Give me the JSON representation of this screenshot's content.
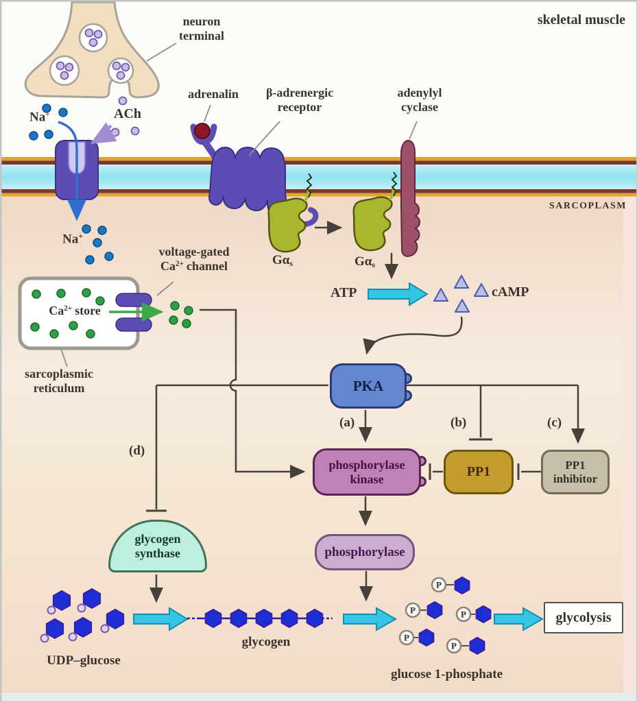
{
  "scene": {
    "title": "skeletal muscle",
    "compartment_label": "SARCOPLASM"
  },
  "labels": {
    "neuron_terminal_1": "neuron",
    "neuron_terminal_2": "terminal",
    "ach": "ACh",
    "na_base": "Na",
    "na_sup": "+",
    "adrenalin": "adrenalin",
    "beta_receptor_1": "β-adrenergic",
    "beta_receptor_2": "receptor",
    "adenylyl_cyclase_1": "adenylyl",
    "adenylyl_cyclase_2": "cyclase",
    "g_alpha_base": "Gα",
    "g_alpha_sub": "s",
    "voltage_gated_1": "voltage-gated",
    "ca_base": "Ca",
    "ca_sup": "2+",
    "ca_channel_rest": "channel",
    "ca_store_rest": "store",
    "sarcoplasmic_1": "sarcoplasmic",
    "sarcoplasmic_2": "reticulum",
    "atp": "ATP",
    "camp": "cAMP",
    "pka": "PKA",
    "branch_a": "(a)",
    "branch_b": "(b)",
    "branch_c": "(c)",
    "branch_d": "(d)",
    "phosphorylase_kinase_1": "phosphorylase",
    "phosphorylase_kinase_2": "kinase",
    "pp1": "PP1",
    "pp1_inhibitor_1": "PP1",
    "pp1_inhibitor_2": "inhibitor",
    "glycogen_synthase_1": "glycogen",
    "glycogen_synthase_2": "synthase",
    "phosphorylase": "phosphorylase",
    "udp_glucose": "UDP–glucose",
    "glycogen": "glycogen",
    "glucose_1_phosphate": "glucose 1-phosphate",
    "glycolysis": "glycolysis",
    "phosphate": "P"
  },
  "colors": {
    "extracellular_bg": "#fbfbf7",
    "sarcoplasm_bg": "#f3ddc9",
    "membrane_cyan": "#8fe2ef",
    "membrane_maroon": "#7d3632",
    "membrane_gold": "#dfa62c",
    "receptor_purple": "#5b4db4",
    "g_alpha_olive": "#a9b72f",
    "adenylyl_cyclase_maroon": "#9d5068",
    "adrenalin_red": "#8e1822",
    "pka_blue": "#6487cf",
    "phosphorylase_kinase_pink": "#bf82b6",
    "pp1_gold": "#c59d2f",
    "pp1_inhibitor_tan": "#c6bfa8",
    "glycogen_synthase_mint": "#bdeede",
    "phosphorylase_mauve": "#ccadd0",
    "reaction_arrow_cyan": "#35c6e6",
    "glucose_hexagon_blue": "#1d2fd4",
    "ca_green": "#2f9e46",
    "na_blue": "#1b76c4",
    "ach_lavender": "#cbbce6",
    "line_dark": "#46403a"
  }
}
